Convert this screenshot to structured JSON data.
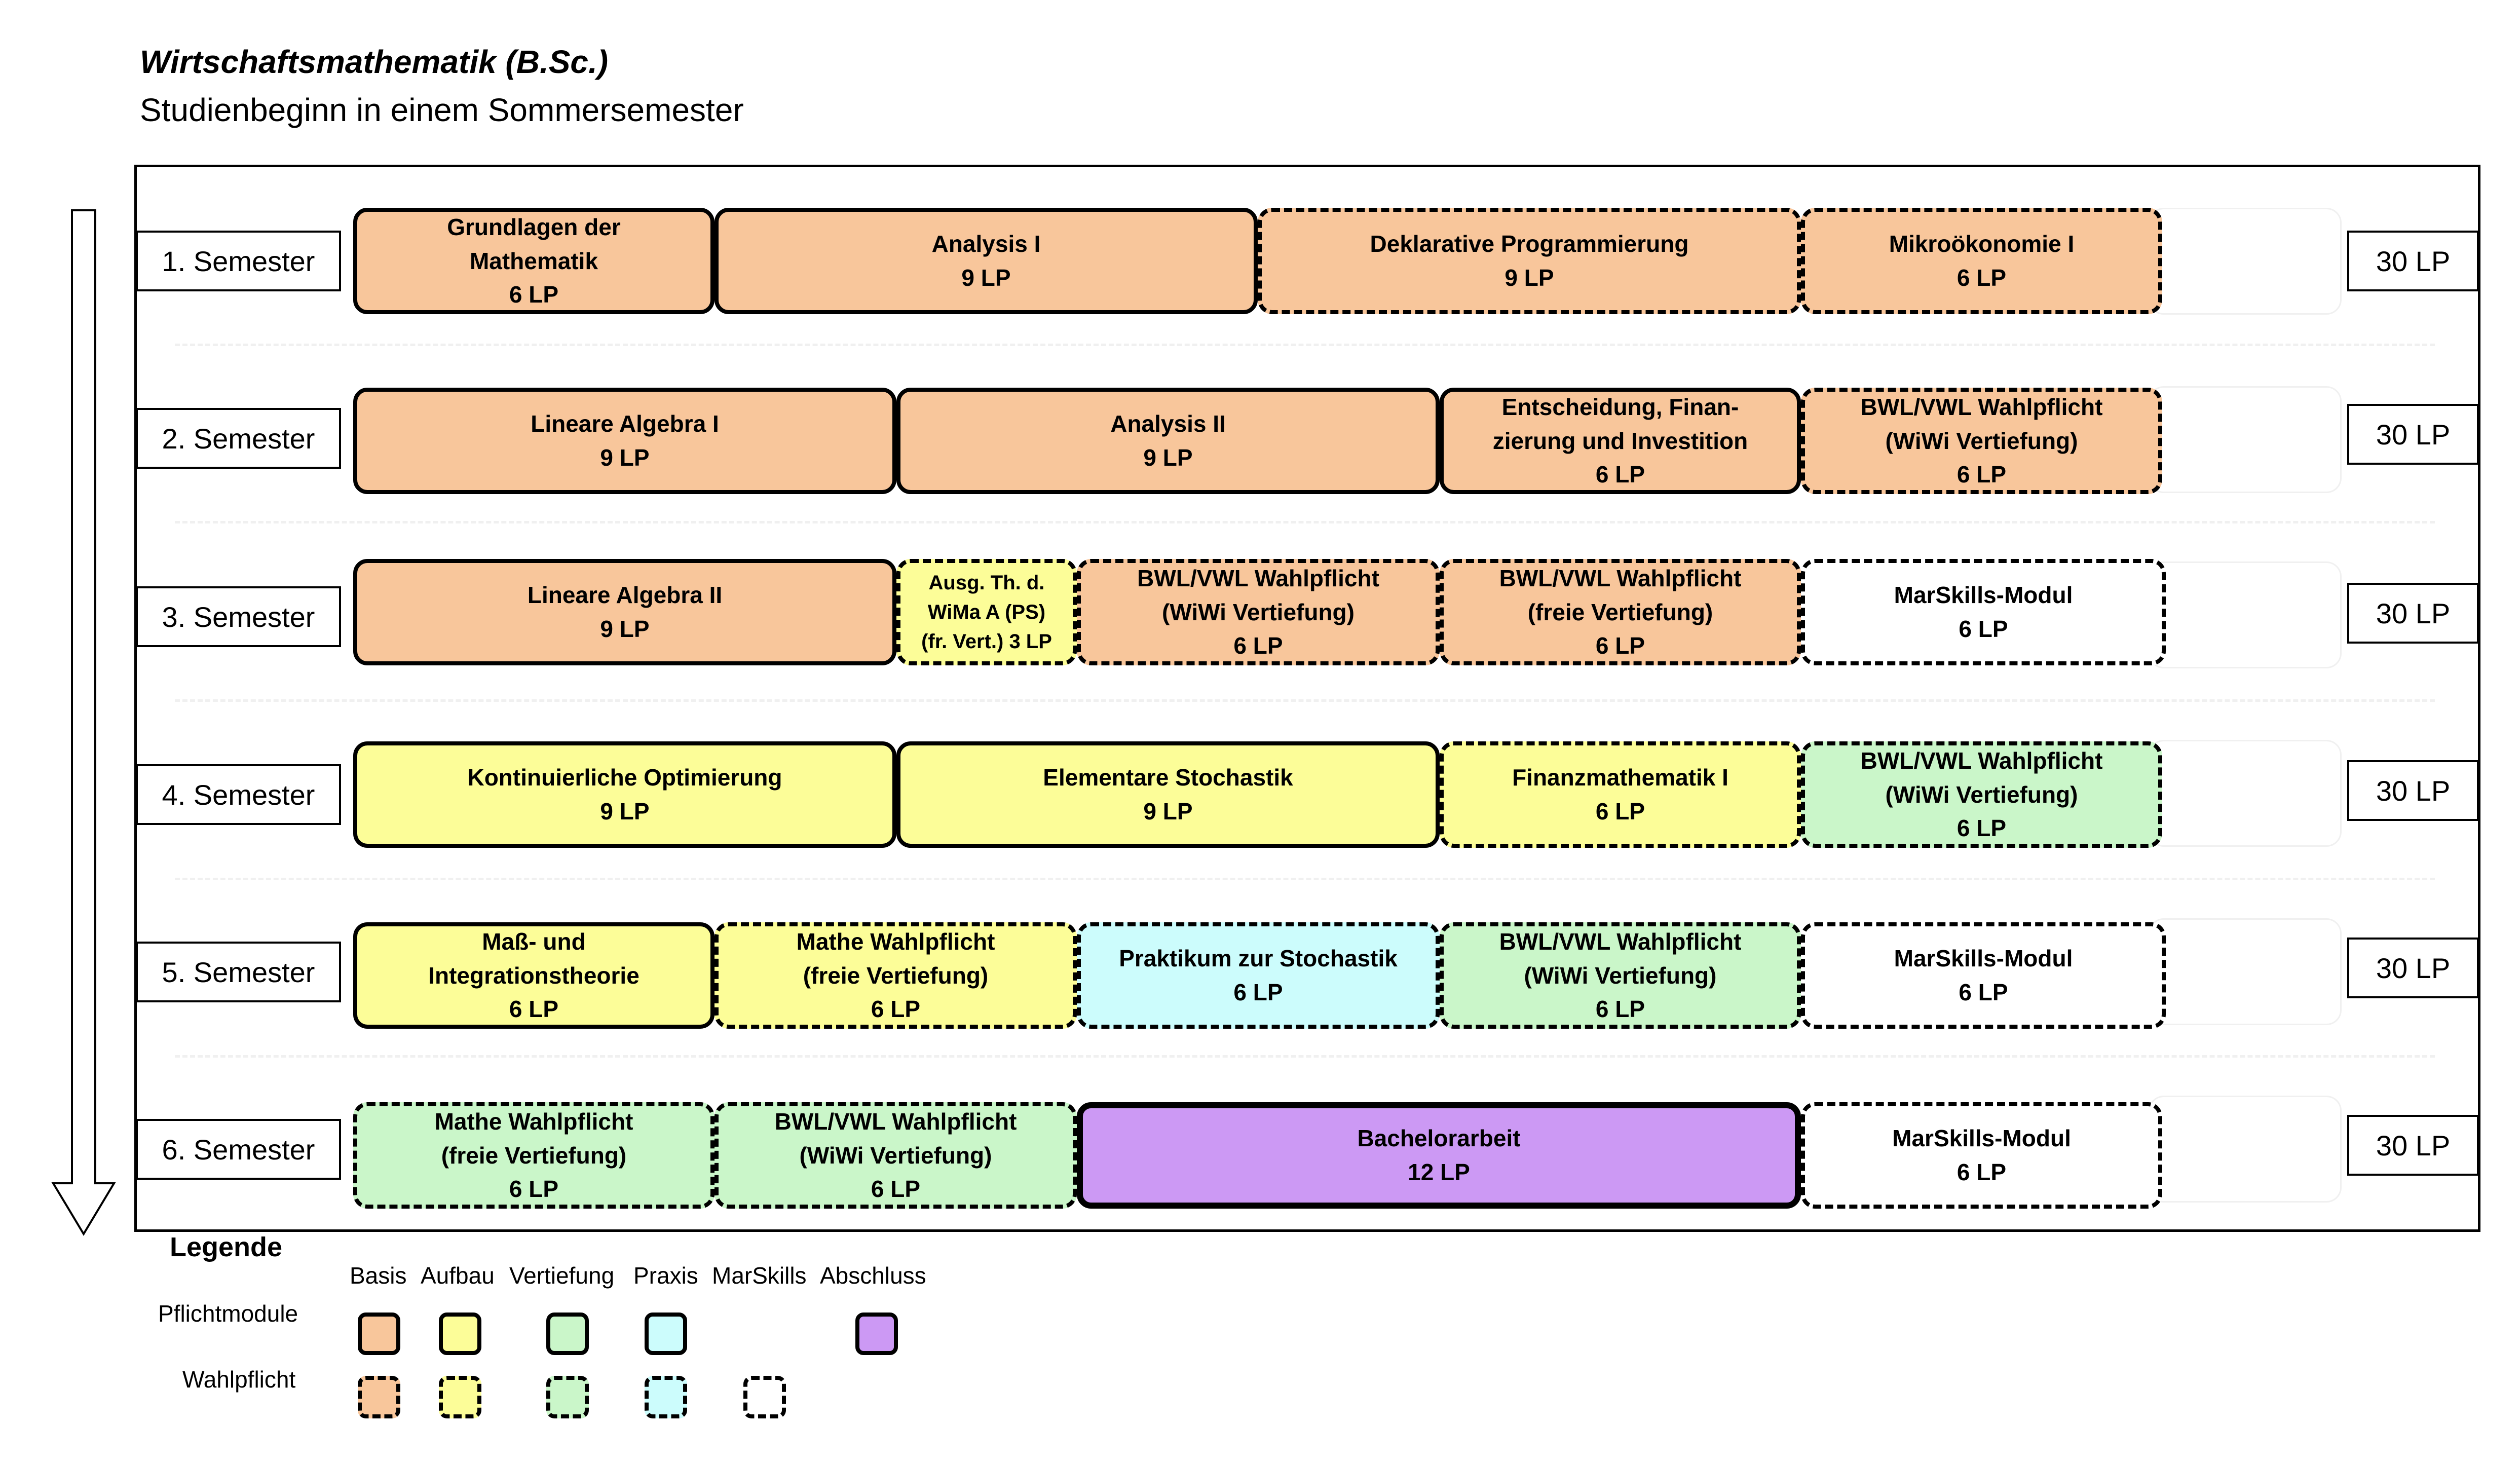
{
  "title": "Wirtschaftsmathematik (B.Sc.)",
  "subtitle": "Studienbeginn in einem Sommersemester",
  "colors": {
    "basis": "#f8c69b",
    "aufbau": "#fcfd98",
    "vertiefung": "#caf6c9",
    "praxis": "#ccfcfc",
    "marskills": "#ffffff",
    "abschluss": "#cc99f4"
  },
  "semesters": [
    {
      "label": "1. Semester",
      "lp": "30 LP"
    },
    {
      "label": "2. Semester",
      "lp": "30 LP"
    },
    {
      "label": "3. Semester",
      "lp": "30 LP"
    },
    {
      "label": "4. Semester",
      "lp": "30 LP"
    },
    {
      "label": "5. Semester",
      "lp": "30 LP"
    },
    {
      "label": "6. Semester",
      "lp": "30 LP"
    }
  ],
  "modules": [
    {
      "name": "Grundlagen der\nMathematik",
      "lp": "6 LP",
      "category": "basis",
      "type": "pflicht"
    },
    {
      "name": "Analysis I",
      "lp": "9 LP",
      "category": "basis",
      "type": "pflicht"
    },
    {
      "name": "Deklarative Programmierung",
      "lp": "9 LP",
      "category": "basis",
      "type": "wahl"
    },
    {
      "name": "Mikroökonomie I",
      "lp": "6 LP",
      "category": "basis",
      "type": "wahl"
    },
    {
      "name": "Lineare Algebra I",
      "lp": "9 LP",
      "category": "basis",
      "type": "pflicht"
    },
    {
      "name": "Analysis II",
      "lp": "9 LP",
      "category": "basis",
      "type": "pflicht"
    },
    {
      "name": "Entscheidung, Finan-\nzierung und Investition",
      "lp": "6 LP",
      "category": "basis",
      "type": "pflicht"
    },
    {
      "name": "BWL/VWL Wahlpflicht\n(WiWi Vertiefung)",
      "lp": "6 LP",
      "category": "basis",
      "type": "wahl"
    },
    {
      "name": "Lineare Algebra II",
      "lp": "9 LP",
      "category": "basis",
      "type": "pflicht"
    },
    {
      "name": "Ausg. Th. d.\nWiMa A (PS)\n(fr. Vert.) 3 LP",
      "lp": "",
      "category": "aufbau",
      "type": "wahl"
    },
    {
      "name": "BWL/VWL Wahlpflicht\n(WiWi Vertiefung)",
      "lp": "6 LP",
      "category": "basis",
      "type": "wahl"
    },
    {
      "name": "BWL/VWL Wahlpflicht\n(freie Vertiefung)",
      "lp": "6 LP",
      "category": "basis",
      "type": "wahl"
    },
    {
      "name": "MarSkills-Modul",
      "lp": "6 LP",
      "category": "marskills",
      "type": "wahl"
    },
    {
      "name": "Kontinuierliche Optimierung",
      "lp": "9 LP",
      "category": "aufbau",
      "type": "pflicht"
    },
    {
      "name": "Elementare Stochastik",
      "lp": "9 LP",
      "category": "aufbau",
      "type": "pflicht"
    },
    {
      "name": "Finanzmathematik I",
      "lp": "6 LP",
      "category": "aufbau",
      "type": "wahl"
    },
    {
      "name": "BWL/VWL Wahlpflicht\n(WiWi Vertiefung)",
      "lp": "6 LP",
      "category": "vertiefung",
      "type": "wahl"
    },
    {
      "name": "Maß- und\nIntegrationstheorie",
      "lp": "6 LP",
      "category": "aufbau",
      "type": "pflicht"
    },
    {
      "name": "Mathe Wahlpflicht\n(freie Vertiefung)",
      "lp": "6 LP",
      "category": "aufbau",
      "type": "wahl"
    },
    {
      "name": "Praktikum zur Stochastik",
      "lp": "6 LP",
      "category": "praxis",
      "type": "wahl"
    },
    {
      "name": "BWL/VWL Wahlpflicht\n(WiWi Vertiefung)",
      "lp": "6 LP",
      "category": "vertiefung",
      "type": "wahl"
    },
    {
      "name": "MarSkills-Modul",
      "lp": "6 LP",
      "category": "marskills",
      "type": "wahl"
    },
    {
      "name": "Mathe Wahlpflicht\n(freie Vertiefung)",
      "lp": "6 LP",
      "category": "vertiefung",
      "type": "wahl"
    },
    {
      "name": "BWL/VWL Wahlpflicht\n(WiWi Vertiefung)",
      "lp": "6 LP",
      "category": "vertiefung",
      "type": "wahl"
    },
    {
      "name": "Bachelorarbeit",
      "lp": "12 LP",
      "category": "abschluss",
      "type": "pflicht"
    },
    {
      "name": "MarSkills-Modul",
      "lp": "6 LP",
      "category": "marskills",
      "type": "wahl"
    }
  ],
  "legend": {
    "title": "Legende",
    "categories": [
      "Basis",
      "Aufbau",
      "Vertiefung",
      "Praxis",
      "MarSkills",
      "Abschluss"
    ],
    "rows": [
      "Pflichtmodule",
      "Wahlpflicht"
    ]
  }
}
